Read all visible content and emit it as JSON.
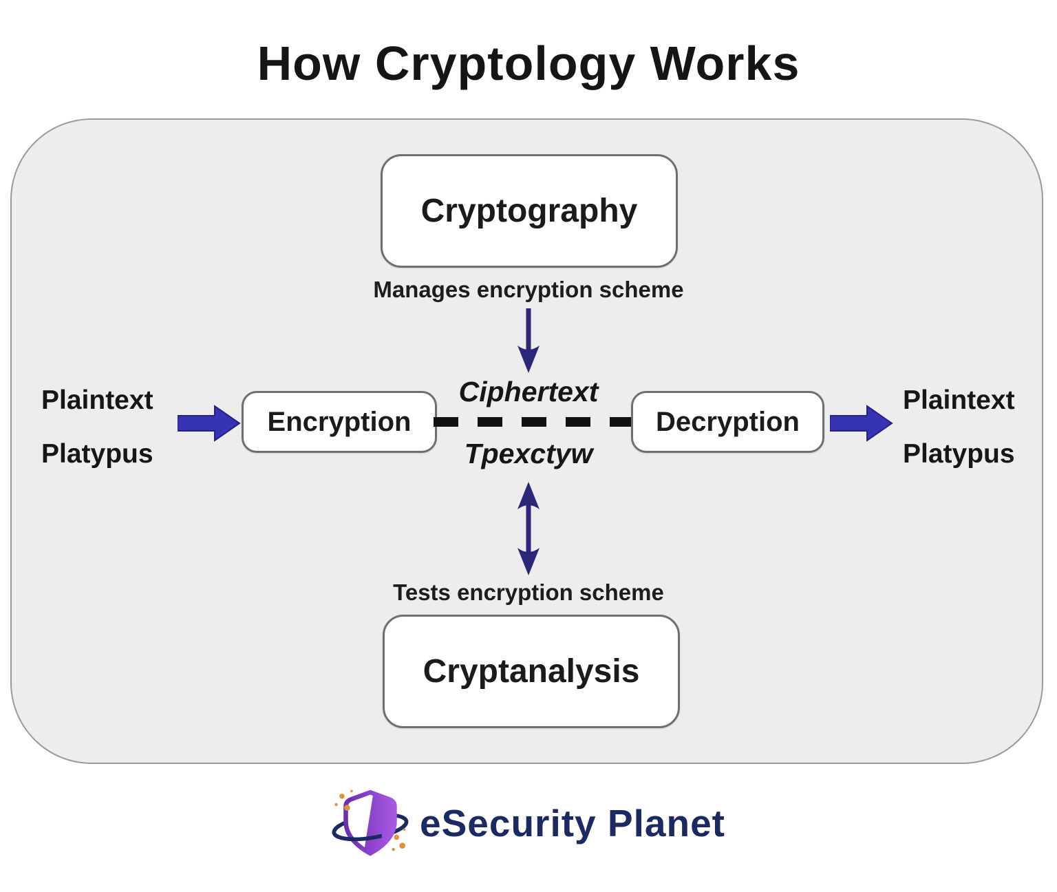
{
  "title": "How Cryptology Works",
  "diagram": {
    "cryptography": {
      "label": "Cryptography",
      "caption": "Manages encryption scheme"
    },
    "cryptanalysis": {
      "label": "Cryptanalysis",
      "caption": "Tests encryption scheme"
    },
    "encryption": {
      "label": "Encryption"
    },
    "decryption": {
      "label": "Decryption"
    },
    "input": {
      "line1": "Plaintext",
      "line2": "Platypus"
    },
    "output": {
      "line1": "Plaintext",
      "line2": "Platypus"
    },
    "cipher": {
      "line1": "Ciphertext",
      "line2": "Tpexctyw"
    }
  },
  "branding": {
    "logo_text": "eSecurity Planet"
  },
  "colors": {
    "block_arrow": "#3734b4",
    "thin_arrow": "#2b2678",
    "container_bg": "#ededed",
    "container_border": "#9a9a9a",
    "box_border": "#6f6f6f",
    "ink": "#1b1b1b",
    "logo_navy": "#1b2a62",
    "shield_purple_dark": "#6b2fb0",
    "shield_purple_light": "#a958e4",
    "dot_orange": "#e0913d"
  }
}
